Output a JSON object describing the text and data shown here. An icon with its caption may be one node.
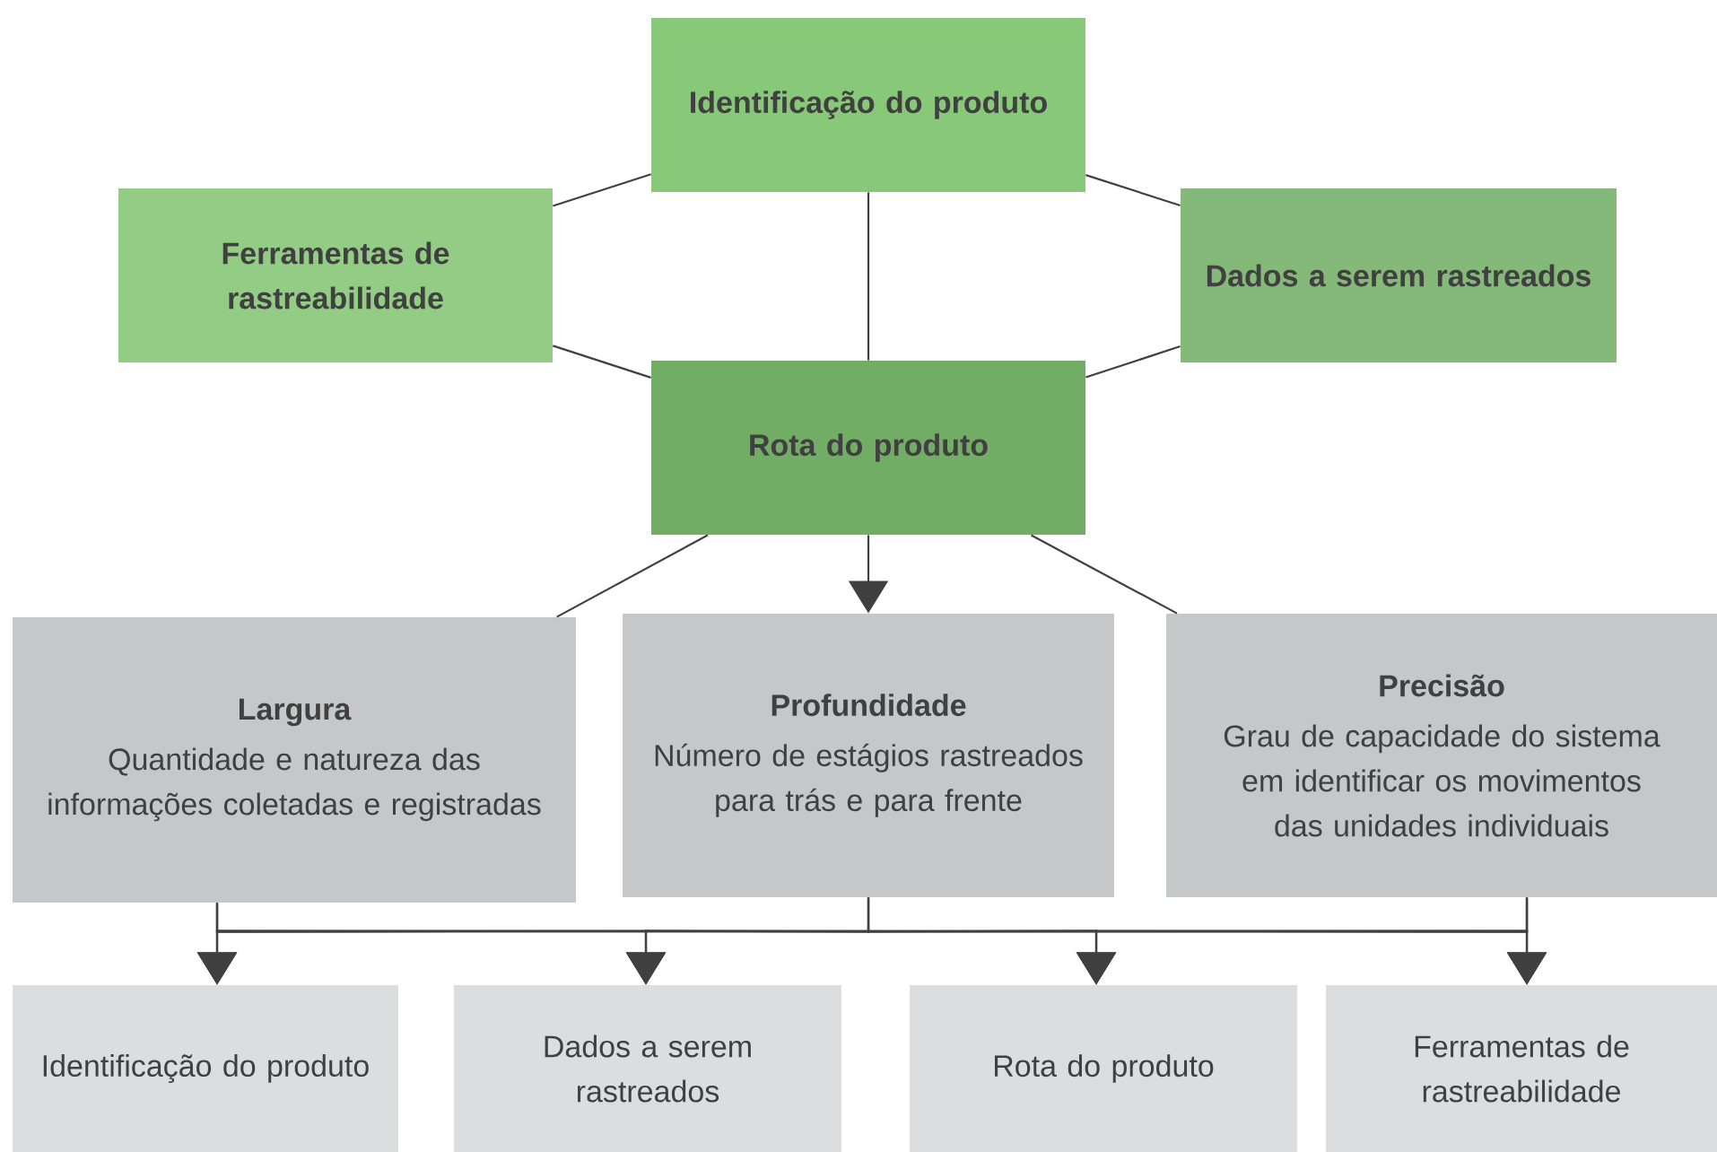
{
  "diagram": {
    "nodes": [
      {
        "text": [
          "Identificação do produto"
        ]
      },
      {
        "text": [
          "Ferramentas de rastreabilidade"
        ]
      },
      {
        "text": [
          "Dados a serem rastreados"
        ]
      },
      {
        "text": [
          "Rota do produto"
        ]
      },
      {
        "text": [
          "Largura",
          "Quantidade e natureza das informações coletadas e registradas"
        ]
      },
      {
        "text": [
          "Profundidade",
          "Número de estágios rastreados para trás e para frente"
        ]
      },
      {
        "text": [
          "Precisão",
          "Grau de capacidade do sistema em identificar os movimentos das unidades individuais"
        ]
      },
      {
        "text": [
          "Identificação do produto"
        ]
      },
      {
        "text": [
          "Dados a serem rastreados"
        ]
      },
      {
        "text": [
          "Rota do produto"
        ]
      },
      {
        "text": [
          "Ferramentas de rastreabilidade"
        ]
      }
    ],
    "edges": [
      {
        "from": 1,
        "to": 0,
        "arrow": "none"
      },
      {
        "from": 0,
        "to": 2,
        "arrow": "none"
      },
      {
        "from": 0,
        "to": 3,
        "arrow": "none"
      },
      {
        "from": 1,
        "to": 3,
        "arrow": "none"
      },
      {
        "from": 2,
        "to": 3,
        "arrow": "none"
      },
      {
        "from": 3,
        "to": 4,
        "arrow": "none"
      },
      {
        "from": 3,
        "to": 5,
        "arrow": "to"
      },
      {
        "from": 3,
        "to": 6,
        "arrow": "none"
      },
      {
        "from": 4,
        "to": 7,
        "arrow": "to"
      },
      {
        "from": 4,
        "to": 8,
        "arrow": "to"
      },
      {
        "from": 4,
        "to": 9,
        "arrow": "to"
      },
      {
        "from": 4,
        "to": 10,
        "arrow": "to"
      },
      {
        "from": 5,
        "to": 7,
        "arrow": "to"
      },
      {
        "from": 5,
        "to": 8,
        "arrow": "to"
      },
      {
        "from": 5,
        "to": 9,
        "arrow": "to"
      },
      {
        "from": 5,
        "to": 10,
        "arrow": "to"
      },
      {
        "from": 6,
        "to": 7,
        "arrow": "to"
      },
      {
        "from": 6,
        "to": 8,
        "arrow": "to"
      },
      {
        "from": 6,
        "to": 9,
        "arrow": "to"
      },
      {
        "from": 6,
        "to": 10,
        "arrow": "to"
      }
    ]
  }
}
